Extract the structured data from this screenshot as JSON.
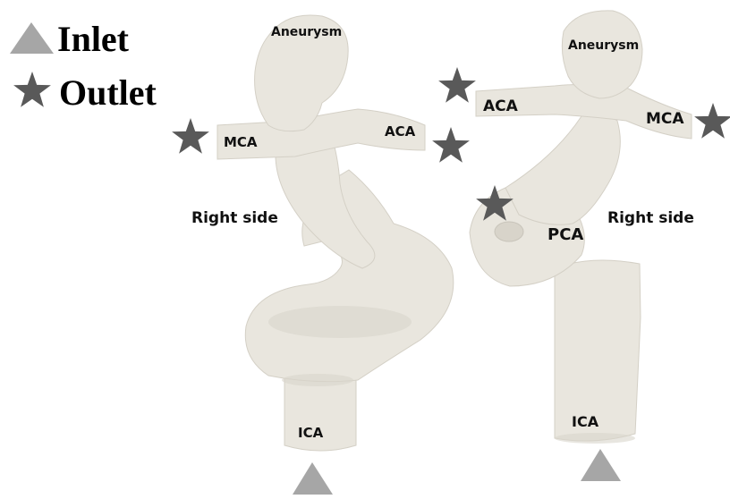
{
  "legend": {
    "inlet_label": "Inlet",
    "outlet_label": "Outlet",
    "inlet_icon": "triangle-icon",
    "outlet_icon": "star-icon",
    "inlet_color": "#a6a6a6",
    "outlet_color": "#595959"
  },
  "left_model": {
    "aneurysm": "Aneurysm",
    "mca": "MCA",
    "aca": "ACA",
    "side": "Right side",
    "ica": "ICA"
  },
  "right_model": {
    "aneurysm": "Aneurysm",
    "aca": "ACA",
    "mca": "MCA",
    "pca": "PCA",
    "side": "Right side",
    "ica": "ICA"
  },
  "colors": {
    "vessel": "#e9e6de",
    "background": "#ffffff"
  }
}
